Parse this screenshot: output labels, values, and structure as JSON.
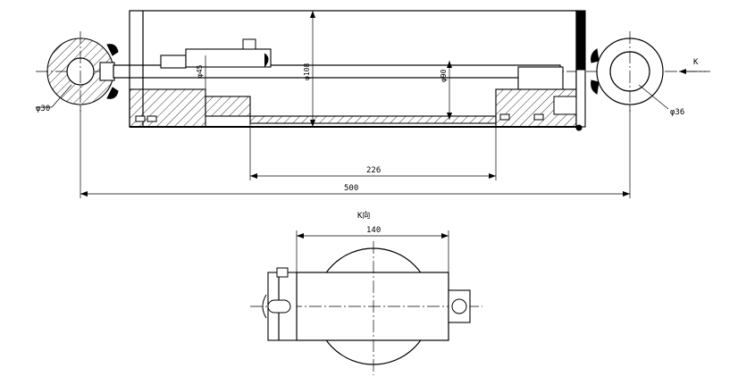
{
  "labels": {
    "d30": "φ30",
    "d36": "φ36",
    "d45": "φ45",
    "d108": "φ108",
    "d90": "φ90",
    "len226": "226",
    "len500": "500",
    "k_arrow": "K",
    "view_k": "K向",
    "width140": "140"
  }
}
